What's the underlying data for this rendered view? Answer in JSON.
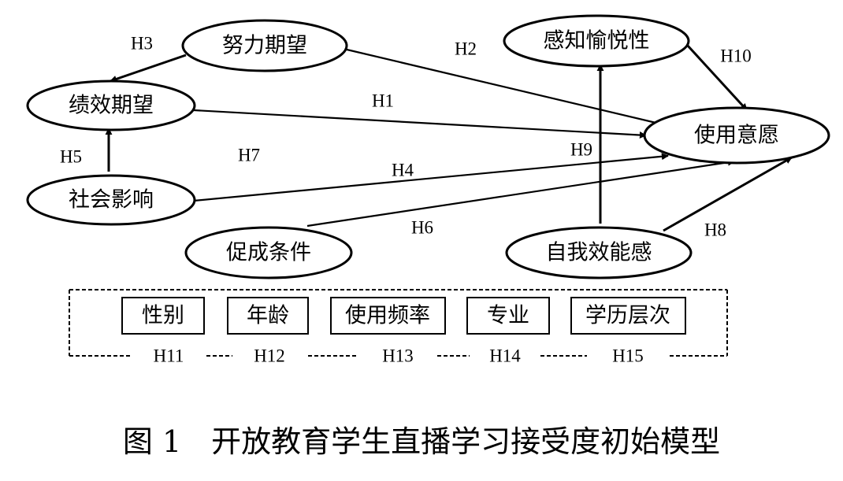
{
  "nodes": {
    "effort_expectancy": "努力期望",
    "performance_expectancy": "绩效期望",
    "social_influence": "社会影响",
    "facilitating_conditions": "促成条件",
    "perceived_enjoyment": "感知愉悦性",
    "use_intention": "使用意愿",
    "self_efficacy": "自我效能感"
  },
  "moderators": [
    "性别",
    "年龄",
    "使用频率",
    "专业",
    "学历层次"
  ],
  "moderator_hypotheses": [
    "H11",
    "H12",
    "H13",
    "H14",
    "H15"
  ],
  "hypotheses": {
    "h1": "H1",
    "h2": "H2",
    "h3": "H3",
    "h4": "H4",
    "h5": "H5",
    "h6": "H6",
    "h7": "H7",
    "h8": "H8",
    "h9": "H9",
    "h10": "H10"
  },
  "caption": "图 1　开放教育学生直播学习接受度初始模型"
}
